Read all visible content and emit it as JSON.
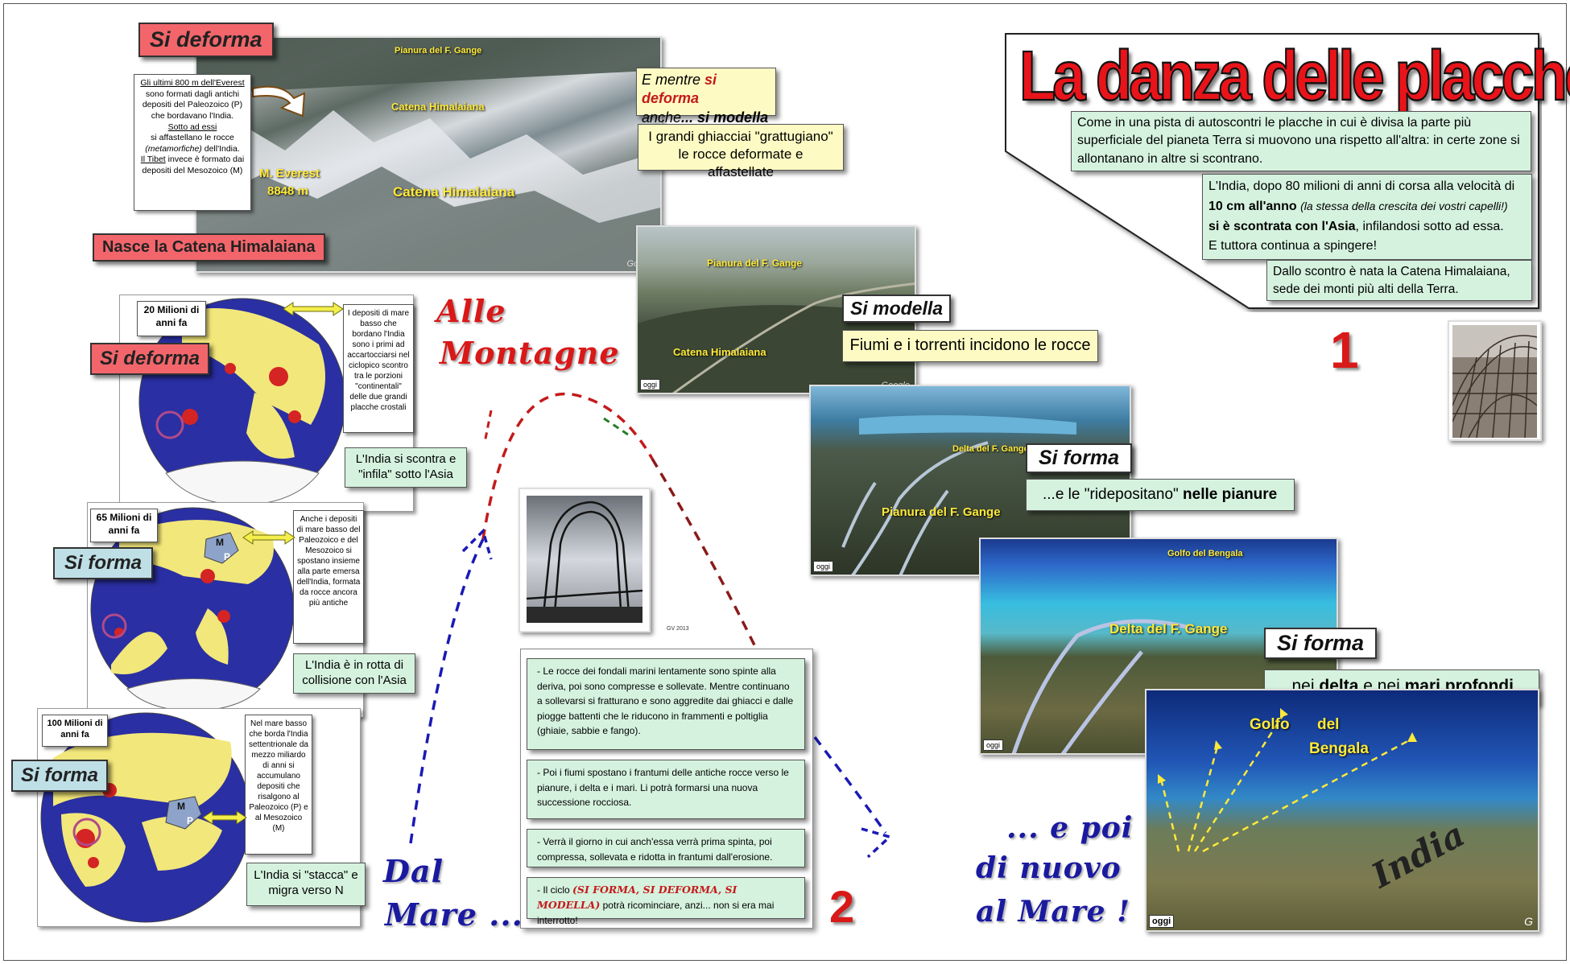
{
  "title": "La danza delle placche",
  "intro_text": "Come in una pista di autoscontri le placche in cui è divisa la parte più superficiale del pianeta Terra si muovono una rispetto all'altra: in certe zone si allontanano in altre si scontrano.",
  "india_text_1": "L'India, dopo 80 milioni di anni di corsa alla velocità di",
  "india_text_2": "10 cm all'anno",
  "india_text_3": "(la stessa della crescita dei vostri capelli!)",
  "india_text_4": "si è scontrata con l'Asia",
  "india_text_5": ", infilandosi sotto ad essa.",
  "india_text_6": "E tuttora continua a spingere!",
  "clash_text": "Dallo scontro è nata la Catena Himalaiana, sede dei monti più alti della Terra.",
  "number_1": "1",
  "number_2": "2",
  "everest_photo": {
    "label_top": "Pianura del F. Gange",
    "label_mid": "Catena Himalaiana",
    "label_everest_1": "M. Everest",
    "label_everest_2": "8848 m",
    "label_big": "Catena Himalaiana",
    "credit": "Google"
  },
  "tag_si_deforma_top": "Si deforma",
  "tag_nasce": "Nasce la Catena Himalaiana",
  "everest_note": {
    "line1": "Gli ultimi 800 m dell'Everest",
    "line2": "sono formati dagli antichi depositi del Paleozoico (P) che bordavano l'India.",
    "line3": "Sotto ad essi",
    "line4": "si affastellano le rocce",
    "line5": "(metamorfiche)",
    "line6": "dell'India.",
    "line7": "Il Tibet",
    "line8": "invece è formato dai depositi del Mesozoico (M)"
  },
  "deforma_modella": {
    "a": "E mentre ",
    "b": "si deforma",
    "c": "anche",
    "d": "... si modella"
  },
  "glaciers_text": "I grandi ghiacciai \"grattugiano\" le rocce deformate e affastellate",
  "valley_photo": {
    "label_top": "Pianura del F. Gange",
    "label_bottom": "Catena Himalaiana",
    "oggi": "oggi",
    "credit": "Google"
  },
  "tag_si_modella": "Si modella",
  "rivers_text": "Fiumi e i torrenti incidono le rocce",
  "delta_photo": {
    "label_top": "Delta del F. Gange",
    "label_bottom": "Pianura del F. Gange",
    "oggi": "oggi"
  },
  "tag_si_forma_plain": "Si forma",
  "redeposit_a": "...e le \"ridepositano\"",
  "redeposit_b": " nelle pianure",
  "bengal_photo": {
    "label_top": "Golfo del Bengala",
    "label_mid": "Delta del F. Gange",
    "oggi": "oggi"
  },
  "tag_si_forma_delta": "Si forma",
  "delta_text_a": "...nei ",
  "delta_text_b": "delta",
  "delta_text_c": " e nei ",
  "delta_text_d": "mari profondi",
  "gulf_photo": {
    "label_golfo": "Golfo",
    "label_del": "del",
    "label_bengala": "Bengala",
    "label_india": "India",
    "oggi": "oggi",
    "credit": "G"
  },
  "globe_20": {
    "age": "20 Milioni di anni fa",
    "tag": "Si deforma",
    "note": "I depositi di mare basso che bordano l'India sono i primi ad accartocciarsi nel ciclopico scontro tra le porzioni \"continentali\" delle due grandi placche crostali",
    "caption": "L'India si scontra e \"infila\" sotto l'Asia"
  },
  "globe_65": {
    "age": "65 Milioni di anni fa",
    "tag": "Si forma",
    "note": "Anche i depositi di mare basso del Paleozoico e del Mesozoico si spostano insieme alla parte emersa dell'India, formata da rocce ancora più antiche",
    "caption": "L'India è in rotta di collisione con l'Asia",
    "m": "M",
    "p": "P"
  },
  "globe_100": {
    "age": "100 Milioni di anni fa",
    "tag": "Si forma",
    "note": "Nel mare basso che borda l'India settentrionale da mezzo miliardo di anni si accumulano depositi che risalgono al Paleozoico (P) e al Mesozoico (M)",
    "caption": "L'India si \"stacca\" e migra verso N",
    "m": "M",
    "p": "P"
  },
  "hand_alle": "Alle",
  "hand_montagne": "Montagne",
  "hand_dal": "Dal",
  "hand_mare": "Mare ...",
  "hand_epoi": "... e poi",
  "hand_di_nuovo": "di nuovo",
  "hand_al_mare": "al Mare !",
  "coaster_caption": "GV 2013",
  "steps": {
    "s1": "- Le rocce dei fondali marini lentamente sono spinte alla deriva, poi sono compresse e sollevate. Mentre continuano a sollevarsi si fratturano e sono aggredite dai ghiacci e dalle piogge battenti che le riducono in frammenti e poltiglia (ghiaie, sabbie e fango).",
    "s2": "- Poi i fiumi spostano i frantumi delle antiche rocce verso le pianure, i delta e i mari. Li potrà formarsi una nuova successione rocciosa.",
    "s3": "- Verrà il giorno in cui anch'essa verrà prima spinta, poi compressa, sollevata e ridotta in frantumi dall'erosione.",
    "s4a": "- Il ciclo ",
    "s4b": "(SI FORMA, SI DEFORMA, SI MODELLA)",
    "s4c": " potrà ricominciare, anzi... non si era mai interrotto!"
  }
}
